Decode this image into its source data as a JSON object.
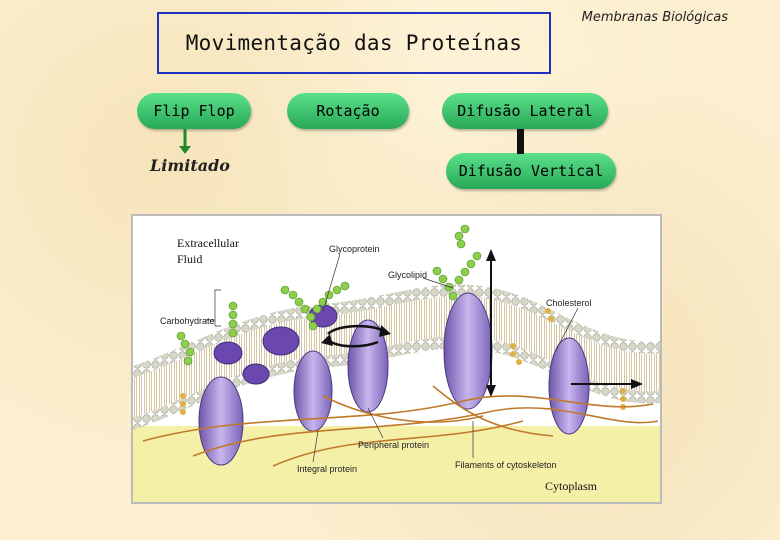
{
  "header": {
    "main_title": "Movimentação das Proteínas",
    "corner_title": "Membranas Biológicas"
  },
  "movements": {
    "flip_flop": "Flip Flop",
    "rotacao": "Rotação",
    "difusao_lateral": "Difusão Lateral",
    "difusao_vertical": "Difusão Vertical",
    "limitado": "Limitado"
  },
  "figure": {
    "extracellular": "Extracellular",
    "fluid": "Fluid",
    "glycoprotein": "Glycoprotein",
    "glycolipid": "Glycolipid",
    "cholesterol": "Cholesterol",
    "carbohydrate": "Carbohydrate",
    "peripheral_protein": "Peripheral protein",
    "integral_protein": "Integral protein",
    "filaments": "Filaments of cytoskeleton",
    "cytoplasm": "Cytoplasm"
  },
  "colors": {
    "pill_green": "#33c46a",
    "title_border": "#1f2fbf",
    "connector_green": "#1e8a2a",
    "protein_purple": "#a58fd0",
    "glycan_green": "#8ccf4a"
  }
}
